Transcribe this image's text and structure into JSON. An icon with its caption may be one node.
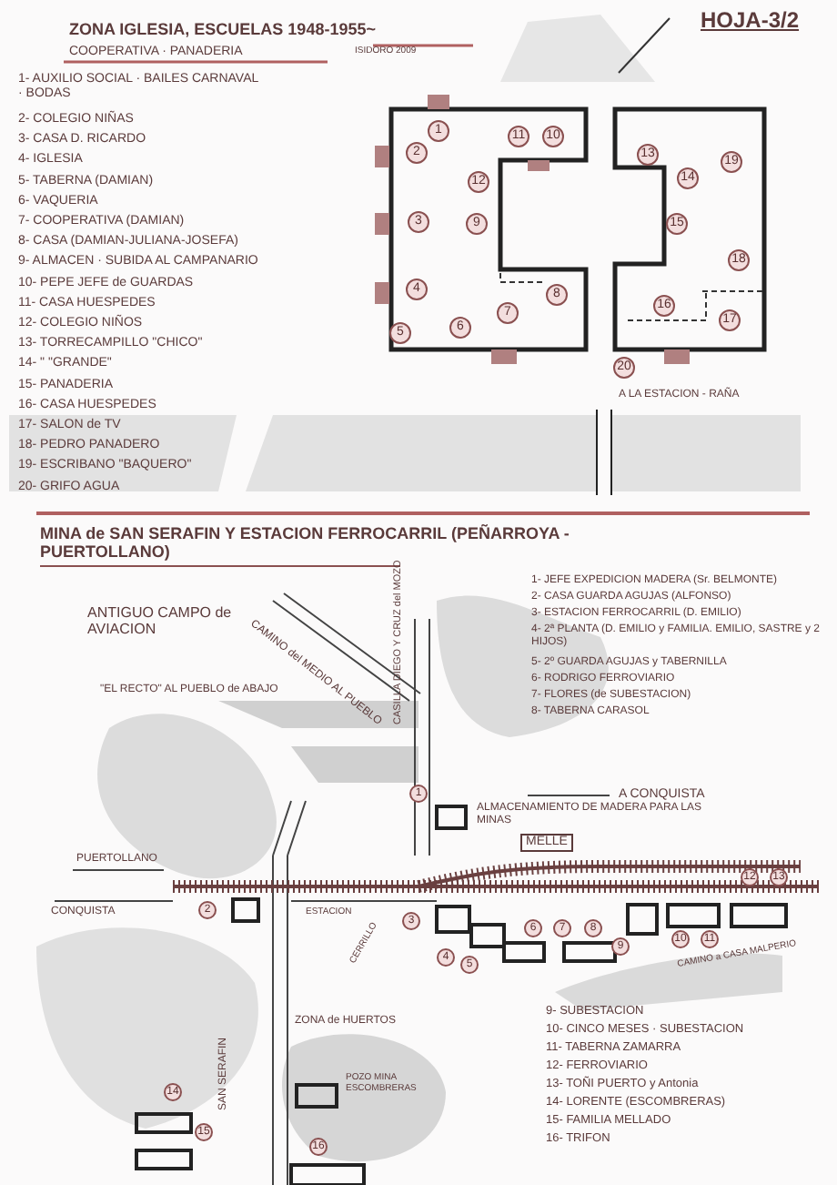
{
  "diagram": {
    "labels": [
      "ZONA IGLESIA, ESCUELAS 1948-1955~",
      "COOPERATIVA · PANADERIA",
      "ISIDORO 2009",
      "HOJA-3/2",
      "1- AUXILIO SOCIAL · BAILES CARNAVAL · BODAS",
      "2- COLEGIO NIÑAS",
      "3- CASA D. RICARDO",
      "4- IGLESIA",
      "5- TABERNA (DAMIAN)",
      "6- VAQUERIA",
      "7- COOPERATIVA (DAMIAN)",
      "8- CASA (DAMIAN-JULIANA-JOSEFA)",
      "9- ALMACEN · SUBIDA AL CAMPANARIO",
      "10- PEPE JEFE de GUARDAS",
      "11- CASA HUESPEDES",
      "12- COLEGIO NIÑOS",
      "13- TORRECAMPILLO \"CHICO\"",
      "14- \" \"GRANDE\"",
      "15- PANADERIA",
      "16- CASA HUESPEDES",
      "17- SALON de TV",
      "18- PEDRO PANADERO",
      "19- ESCRIBANO \"BAQUERO\"",
      "20- GRIFO AGUA",
      "1",
      "2",
      "3",
      "4",
      "5",
      "6",
      "7",
      "8",
      "9",
      "11",
      "10",
      "12",
      "13",
      "14",
      "15",
      "16",
      "17",
      "18",
      "19",
      "20",
      "A LA ESTACION - RAÑA",
      "MINA de SAN SERAFIN Y ESTACION FERROCARRIL (PEÑARROYA - PUERTOLLANO)",
      "ANTIGUO CAMPO de AVIACION",
      "CAMINO del MEDIO AL PUEBLO",
      "CASILLA DIEGO Y CRUZ del MOZO",
      "\"EL RECTO\" AL PUEBLO de ABAJO",
      "1- JEFE EXPEDICION MADERA (Sr. BELMONTE)",
      "2- CASA GUARDA AGUJAS (ALFONSO)",
      "3- ESTACION FERROCARRIL (D. EMILIO)",
      "4- 2ª PLANTA (D. EMILIO y FAMILIA. EMILIO, SASTRE y 2 HIJOS)",
      "5- 2º GUARDA AGUJAS y TABERNILLA",
      "6- RODRIGO FERROVIARIO",
      "7- FLORES (de SUBESTACION)",
      "8- TABERNA CARASOL",
      "A CONQUISTA",
      "ALMACENAMIENTO DE MADERA PARA LAS MINAS",
      "MELLE",
      "PUERTOLLANO",
      "CONQUISTA",
      "ESTACION",
      "CERRILLO",
      "ZONA de HUERTOS",
      "POZO MINA ESCOMBRERAS",
      "SAN SERAFIN",
      "CAMINO a CASA MALPERIO",
      "1",
      "2",
      "3",
      "4",
      "5",
      "6",
      "7",
      "8",
      "9",
      "10",
      "11",
      "12",
      "13",
      "14",
      "15",
      "16",
      "9- SUBESTACION",
      "10- CINCO MESES · SUBESTACION",
      "11- TABERNA ZAMARRA",
      "12- FERROVIARIO",
      "13- TOÑI PUERTO y Antonia",
      "14- LORENTE (ESCOMBRERAS)",
      "15- FAMILIA MELLADO",
      "16- TRIFON"
    ]
  }
}
